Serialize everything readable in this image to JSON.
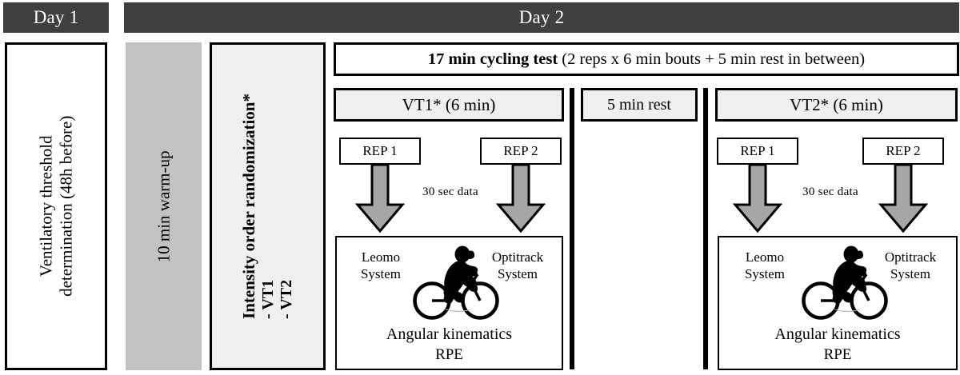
{
  "headers": {
    "day1": "Day 1",
    "day2": "Day 2"
  },
  "day1_panel": {
    "line1": "Ventilatory threshold",
    "line2": "determination (48h before)"
  },
  "warmup": {
    "label": "10 min warm-up"
  },
  "randomization": {
    "title": "Intensity order randomization*",
    "items": [
      "-  VT1",
      "-  VT2"
    ]
  },
  "cycling_test": {
    "bold": "17 min cycling test",
    "rest": " (2 reps x 6 min bouts + 5 min rest in between)"
  },
  "blocks": [
    {
      "title": "VT1* (6 min)",
      "rep1": "REP 1",
      "rep2": "REP 2",
      "data_label": "30 sec data",
      "left_system_l1": "Leomo",
      "left_system_l2": "System",
      "right_system_l1": "Optitrack",
      "right_system_l2": "System",
      "outcome1": "Angular kinematics",
      "outcome2": "RPE"
    },
    {
      "title": "VT2* (6 min)",
      "rep1": "REP 1",
      "rep2": "REP 2",
      "data_label": "30 sec data",
      "left_system_l1": "Leomo",
      "left_system_l2": "System",
      "right_system_l1": "Optitrack",
      "right_system_l2": "System",
      "outcome1": "Angular kinematics",
      "outcome2": "RPE"
    }
  ],
  "rest_block": {
    "label": "5 min rest"
  },
  "colors": {
    "header_bar": "#3f3f3f",
    "warmup_gray": "#c2c2c2",
    "panel_light": "#efefef",
    "arrow_gray": "#a6a6a6",
    "outline": "#000000"
  }
}
